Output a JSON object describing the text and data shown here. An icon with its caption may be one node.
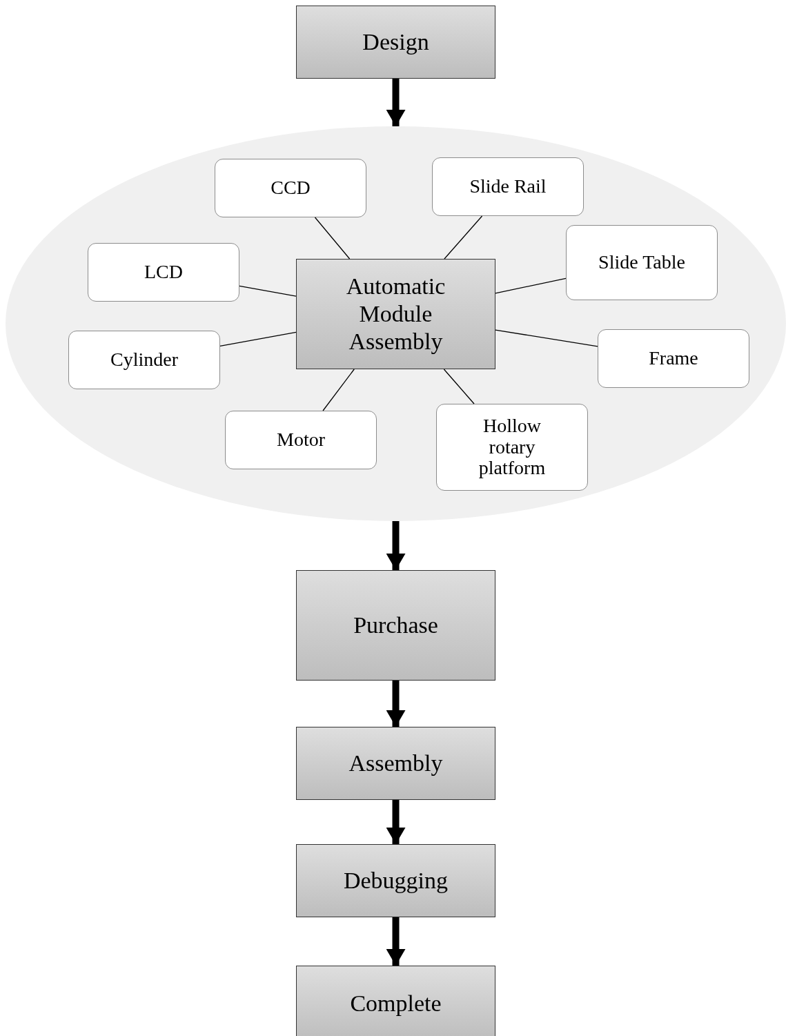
{
  "diagram": {
    "nodes": [
      {
        "text": [
          "Design"
        ]
      },
      {
        "text": [],
        "shape": "ellipse"
      },
      {
        "text": [
          "CCD"
        ],
        "in": 1
      },
      {
        "text": [
          "Slide Rail"
        ],
        "in": 1
      },
      {
        "text": [
          "LCD"
        ],
        "in": 1
      },
      {
        "text": [
          "Automatic Module Assembly"
        ],
        "in": 1
      },
      {
        "text": [
          "Slide Table"
        ],
        "in": 1
      },
      {
        "text": [
          "Cylinder"
        ],
        "in": 1
      },
      {
        "text": [
          "Frame"
        ],
        "in": 1
      },
      {
        "text": [
          "Motor"
        ],
        "in": 1
      },
      {
        "text": [
          "Hollow rotary platform"
        ],
        "in": 1
      },
      {
        "text": [
          "Purchase"
        ]
      },
      {
        "text": [
          "Assembly"
        ]
      },
      {
        "text": [
          "Debugging"
        ]
      },
      {
        "text": [
          "Complete"
        ]
      }
    ],
    "edges": [
      {
        "from": 0,
        "to": 1,
        "arrow": "to",
        "style": "thick"
      },
      {
        "from": 5,
        "to": 2,
        "arrow": "none"
      },
      {
        "from": 5,
        "to": 3,
        "arrow": "none"
      },
      {
        "from": 5,
        "to": 4,
        "arrow": "none"
      },
      {
        "from": 5,
        "to": 6,
        "arrow": "none"
      },
      {
        "from": 5,
        "to": 7,
        "arrow": "none"
      },
      {
        "from": 5,
        "to": 8,
        "arrow": "none"
      },
      {
        "from": 5,
        "to": 9,
        "arrow": "none"
      },
      {
        "from": 5,
        "to": 10,
        "arrow": "none"
      },
      {
        "from": 1,
        "to": 11,
        "arrow": "to",
        "style": "thick"
      },
      {
        "from": 11,
        "to": 12,
        "arrow": "to",
        "style": "thick"
      },
      {
        "from": 12,
        "to": 13,
        "arrow": "to",
        "style": "thick"
      },
      {
        "from": 13,
        "to": 14,
        "arrow": "to",
        "style": "thick"
      }
    ]
  }
}
